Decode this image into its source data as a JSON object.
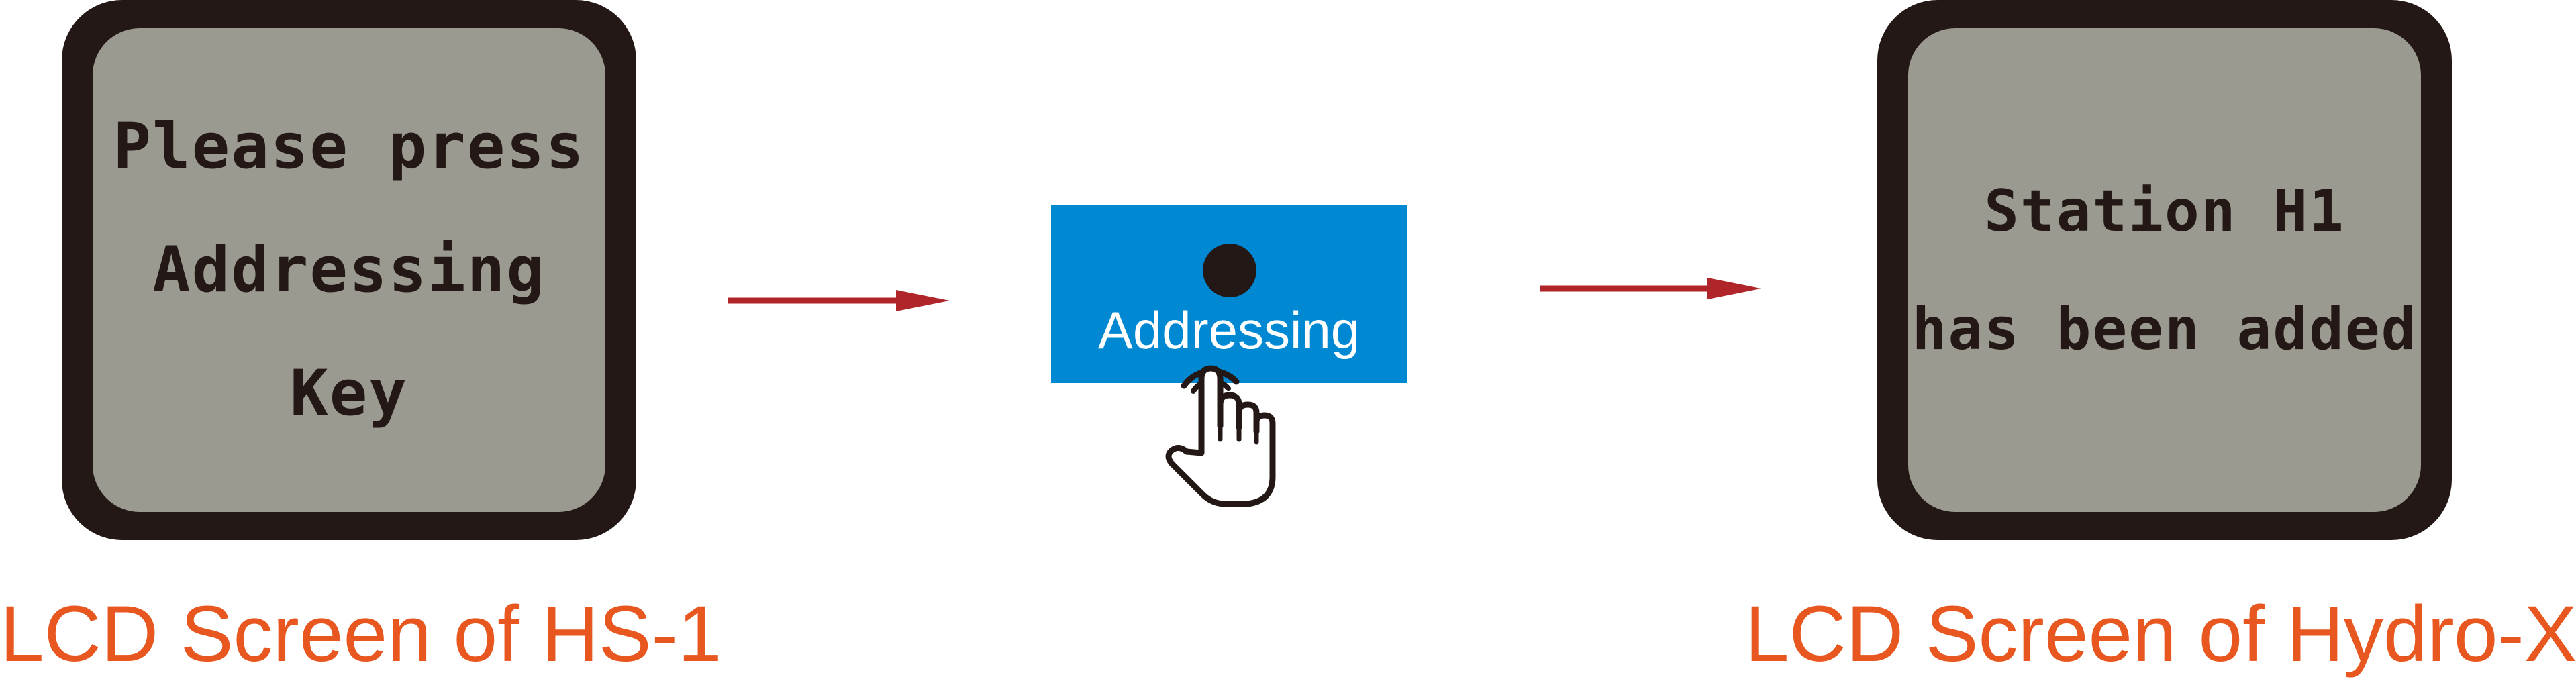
{
  "left_panel": {
    "lcd_lines": [
      "Please press",
      "Addressing",
      "Key"
    ],
    "caption": "LCD Screen of HS-1"
  },
  "button": {
    "label": "Addressing"
  },
  "right_panel": {
    "lcd_lines": [
      "Station H1",
      "has been added"
    ],
    "caption": "LCD Screen of Hydro-X"
  },
  "icons": {
    "arrow_left": "arrow-right-icon",
    "arrow_right": "arrow-right-icon",
    "hand": "pointing-hand-icon"
  },
  "colors": {
    "lcd_frame": "#231815",
    "lcd_screen": "#9a9a90",
    "lcd_text": "#231815",
    "caption": "#e8571f",
    "arrow": "#b0252a",
    "button": "#0088d3",
    "button_text": "#ffffff"
  }
}
